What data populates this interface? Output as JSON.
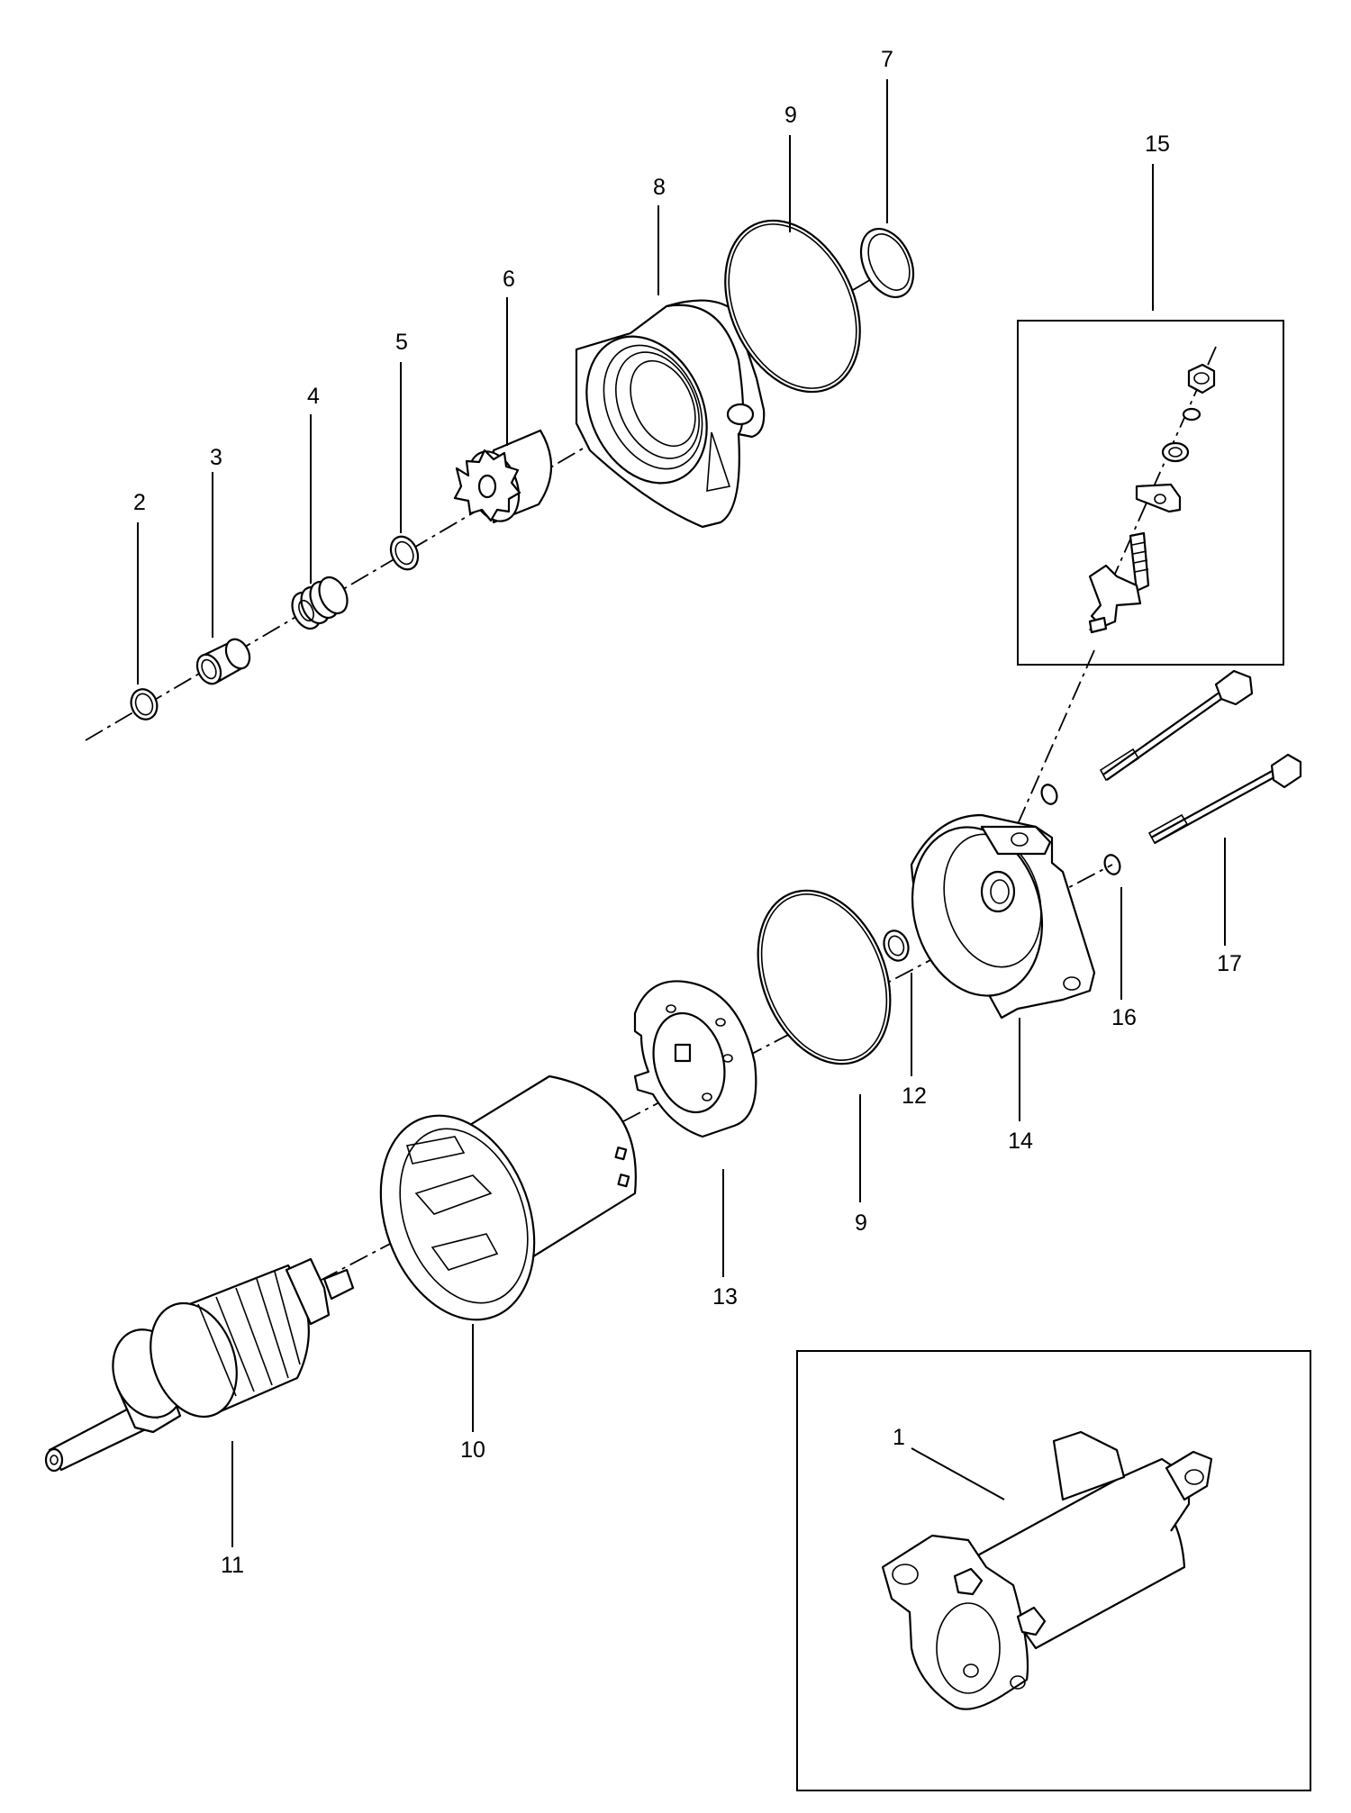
{
  "callouts": [
    {
      "id": "2",
      "text": "2"
    },
    {
      "id": "3",
      "text": "3"
    },
    {
      "id": "4",
      "text": "4"
    },
    {
      "id": "5",
      "text": "5"
    },
    {
      "id": "6",
      "text": "6"
    },
    {
      "id": "8",
      "text": "8"
    },
    {
      "id": "9a",
      "text": "9"
    },
    {
      "id": "7",
      "text": "7"
    },
    {
      "id": "15",
      "text": "15"
    },
    {
      "id": "17",
      "text": "17"
    },
    {
      "id": "16",
      "text": "16"
    },
    {
      "id": "12",
      "text": "12"
    },
    {
      "id": "14",
      "text": "14"
    },
    {
      "id": "9b",
      "text": "9"
    },
    {
      "id": "13",
      "text": "13"
    },
    {
      "id": "10",
      "text": "10"
    },
    {
      "id": "11",
      "text": "11"
    },
    {
      "id": "1",
      "text": "1"
    }
  ]
}
